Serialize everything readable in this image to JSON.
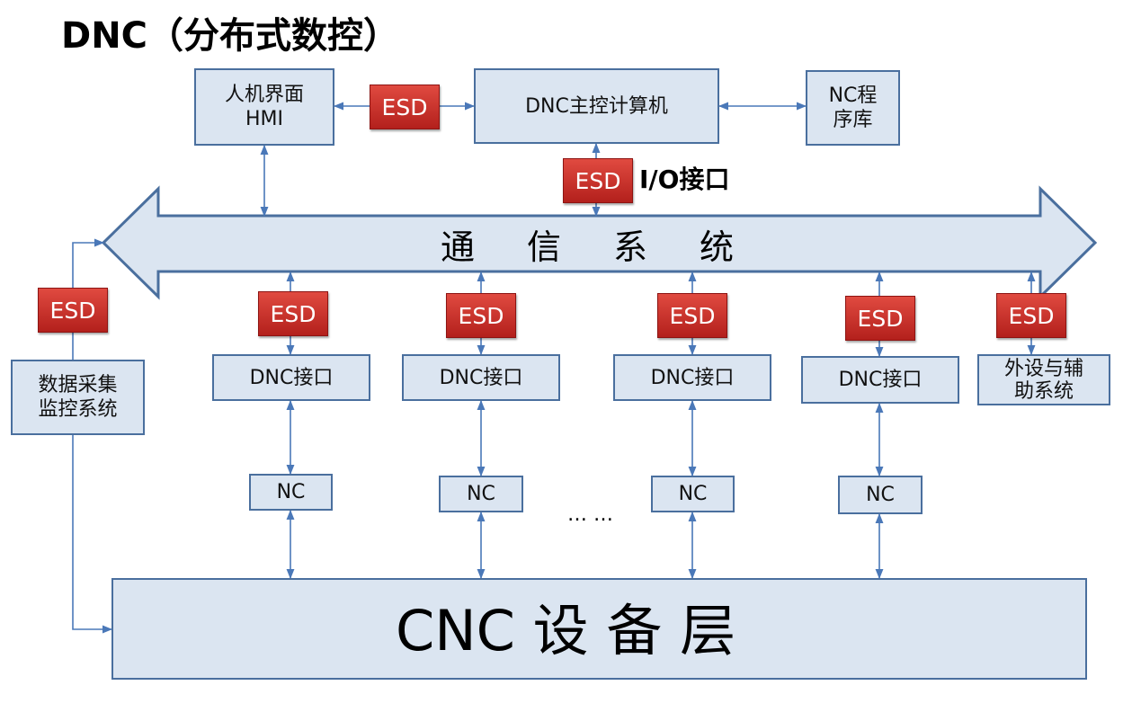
{
  "title": "DNC（分布式数控）",
  "boxes": {
    "hmi": "人机界面\nHMI",
    "dnc_main": "DNC主控计算机",
    "nc_library": "NC程\n序库",
    "data_acquisition": "数据采集\n监控系统",
    "peripheral": "外设与辅\n助系统",
    "dnc_interface": "DNC接口",
    "nc": "NC",
    "cnc_layer": "CNC 设 备 层"
  },
  "bus_label": "通信系统",
  "esd_label": "ESD",
  "io_label": "I/O接口",
  "ellipsis": "… …",
  "colors": {
    "box_fill": "#dbe5f1",
    "box_border": "#4a6f9e",
    "esd_fill": "#c0282a",
    "bus_fill": "#dbe5f1",
    "bus_border": "#4a6f9e",
    "connector": "#4a78b8"
  }
}
